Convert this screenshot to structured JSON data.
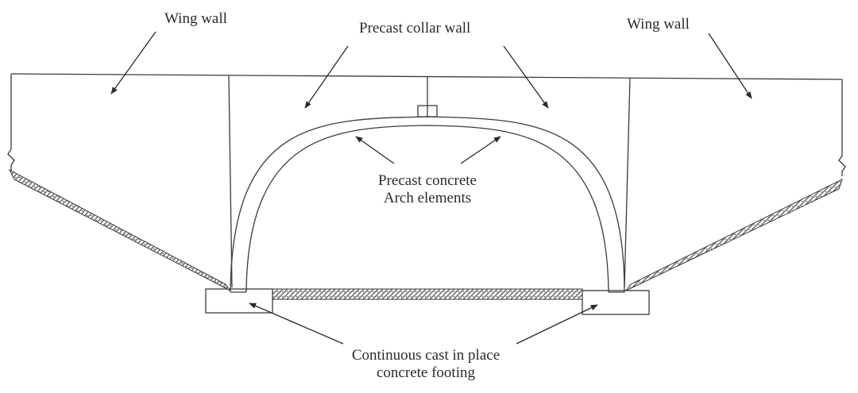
{
  "labels": {
    "wing_wall_left": "Wing wall",
    "precast_collar_wall": "Precast collar wall",
    "wing_wall_right": "Wing wall",
    "arch_elements": [
      "Precast concrete",
      "Arch elements"
    ],
    "footing": [
      "Continuous cast in place",
      "concrete footing"
    ]
  },
  "colors": {
    "line": "#3a3a3a",
    "text": "#2a2a2a",
    "hatch": "#555555"
  }
}
